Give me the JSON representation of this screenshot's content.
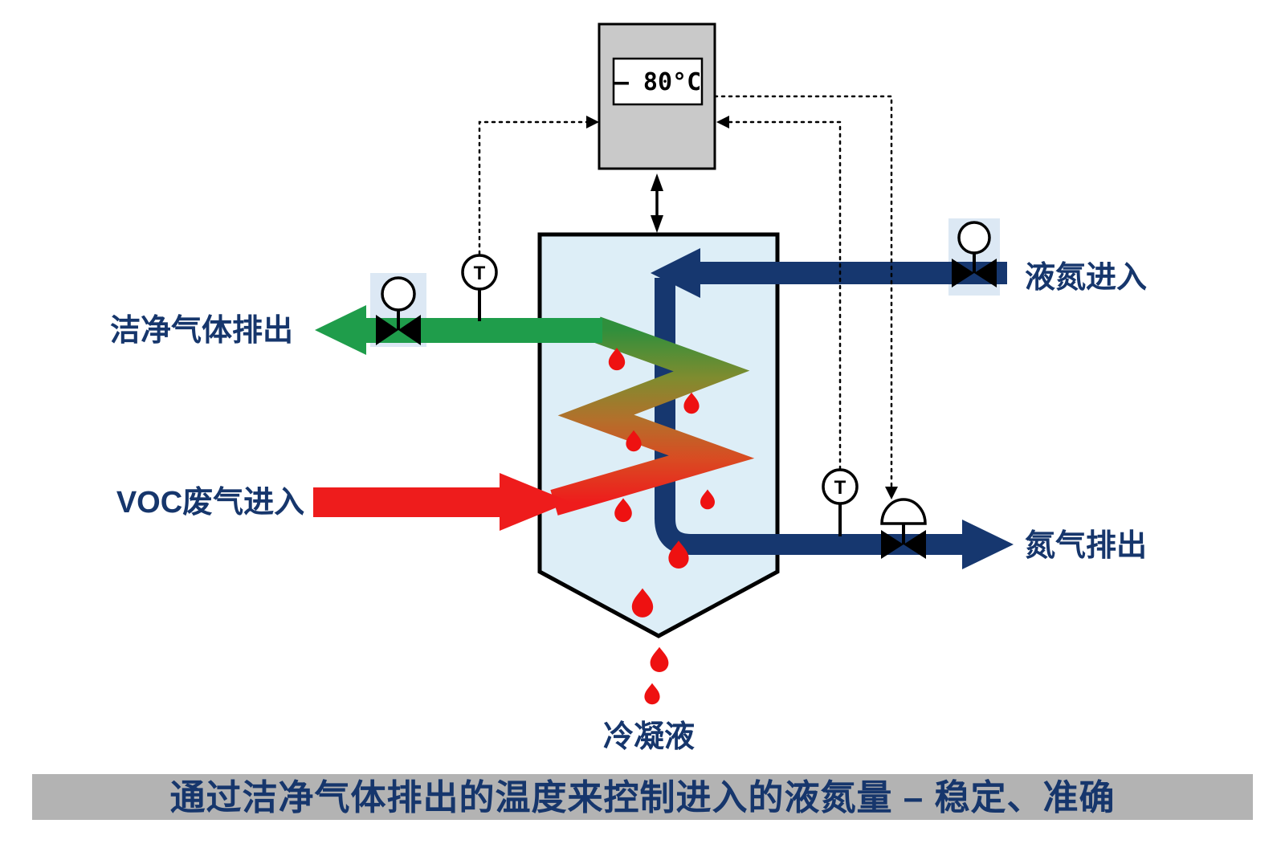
{
  "diagram": {
    "controller_display": "– 80°C",
    "sensor_label": "T",
    "labels": {
      "clean_gas_out": "洁净气体排出",
      "voc_in": "VOC废气进入",
      "liquid_nitrogen_in": "液氮进入",
      "nitrogen_out": "氮气排出",
      "condensate": "冷凝液"
    },
    "banner_text": "通过洁净气体排出的温度来控制进入的液氮量 – 稳定、准确"
  },
  "colors": {
    "clean_gas_green": "#1f9d4b",
    "voc_red": "#ee1c1c",
    "nitrogen_blue": "#16376f",
    "vessel_fill": "#ddeef7",
    "controller_fill": "#c9c9c9",
    "banner_fill": "#b3b3b3",
    "label_text": "#16366c",
    "valve_backdrop": "#dce8f4"
  }
}
